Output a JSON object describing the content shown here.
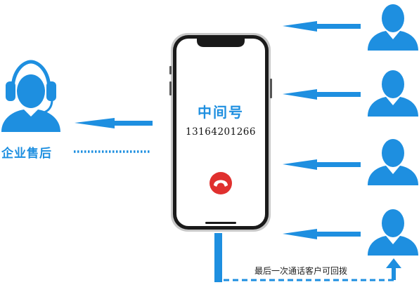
{
  "agent": {
    "label": "企业售后"
  },
  "phone": {
    "title": "中间号",
    "number": "13164201266"
  },
  "callback": {
    "caption": "最后一次通话客户可回拨"
  },
  "colors": {
    "accent": "#1e8fe0",
    "hangup": "#e0302e",
    "phone_frame": "#1a1a1a"
  },
  "icons": [
    "headset-agent-icon",
    "customer-icon",
    "hang-up-icon",
    "arrow-left-icon",
    "arrow-up-icon"
  ]
}
